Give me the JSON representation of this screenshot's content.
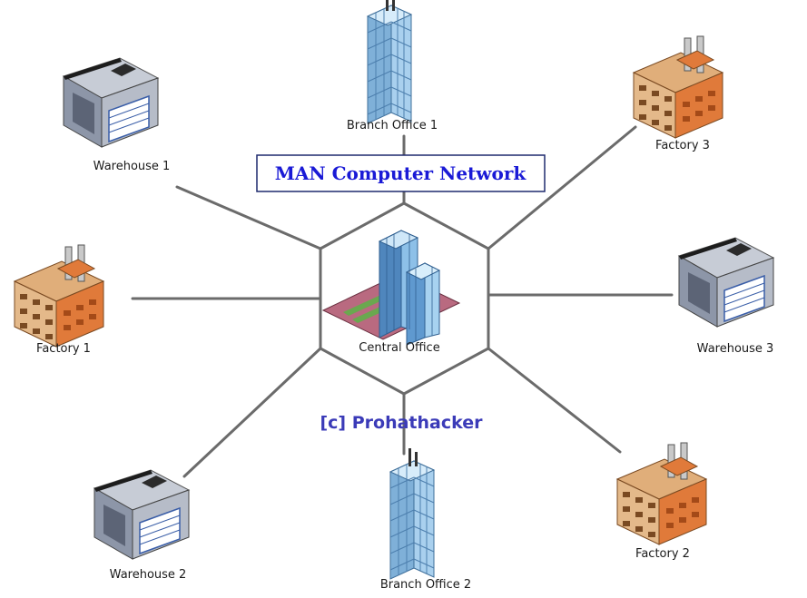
{
  "diagram": {
    "title": "MAN Computer Network",
    "credit": "[c] Prohathacker",
    "colors": {
      "title_text": "#1a1ad6",
      "title_border": "#1f2a6e",
      "credit_text": "#3b3bb8",
      "link": "#6b6b6b"
    },
    "nodes": {
      "central": {
        "label": "Central Office",
        "icon": "skyscraper-icon"
      },
      "branch1": {
        "label": "Branch Office 1",
        "icon": "office-tower-icon"
      },
      "branch2": {
        "label": "Branch Office 2",
        "icon": "office-tower-icon"
      },
      "warehouse1": {
        "label": "Warehouse 1",
        "icon": "warehouse-icon"
      },
      "warehouse2": {
        "label": "Warehouse 2",
        "icon": "warehouse-icon"
      },
      "warehouse3": {
        "label": "Warehouse 3",
        "icon": "warehouse-icon"
      },
      "factory1": {
        "label": "Factory 1",
        "icon": "factory-icon"
      },
      "factory2": {
        "label": "Factory 2",
        "icon": "factory-icon"
      },
      "factory3": {
        "label": "Factory 3",
        "icon": "factory-icon"
      }
    }
  }
}
